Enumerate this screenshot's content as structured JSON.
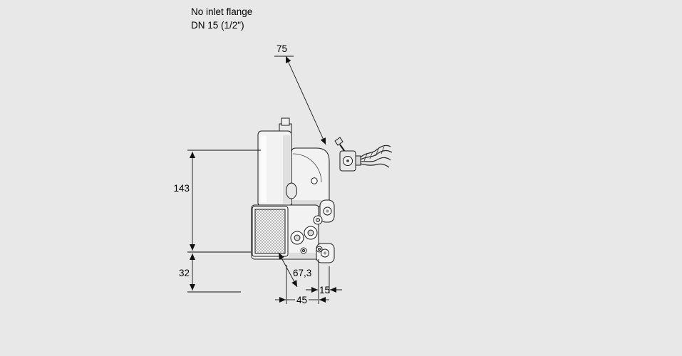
{
  "canvas": {
    "background": "#e8e8e8",
    "line_color": "#1a1a1a"
  },
  "note": {
    "line1": "No inlet flange",
    "line2": "DN 15 (1/2\")"
  },
  "dimensions": {
    "depth_top": "75",
    "height_main": "143",
    "height_bottom": "32",
    "diagonal_depth": "67,3",
    "offset_right": "15",
    "width_bottom": "45"
  }
}
